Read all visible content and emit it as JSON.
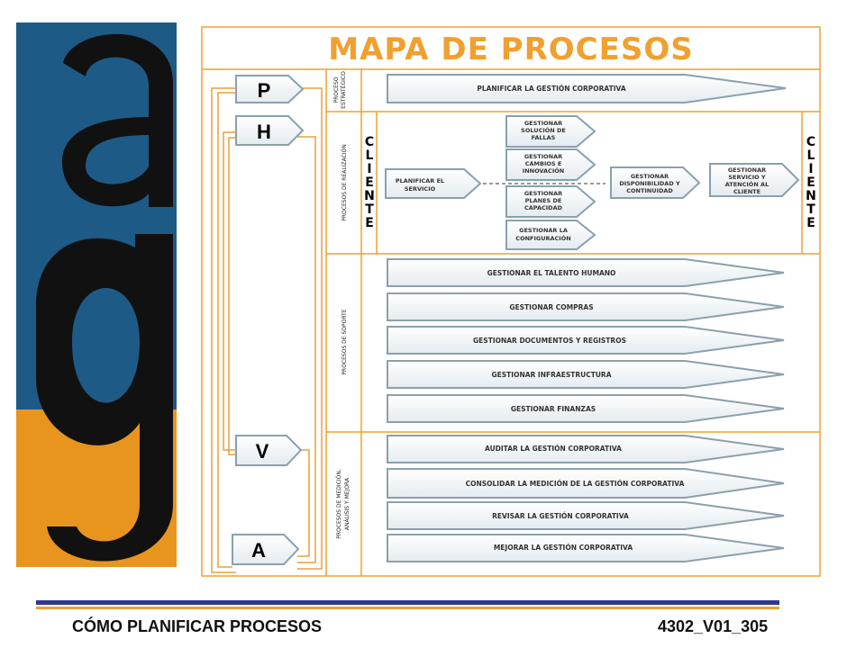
{
  "title": "MAPA DE PROCESOS",
  "pdca": {
    "p": "P",
    "h": "H",
    "v": "V",
    "a": "A"
  },
  "cliente": [
    "C",
    "L",
    "I",
    "E",
    "N",
    "T",
    "E"
  ],
  "sections": {
    "estrategico": [
      "PROCESO",
      "ESTRATÉGICO"
    ],
    "realizacion": [
      "PROCESOS DE REALIZACIÓN"
    ],
    "soporte": [
      "PROCESOS DE SOPORTE"
    ],
    "medicion": [
      "PROCESOS DE MEDICIÓN,",
      "ANÁLISIS Y MEJORA"
    ]
  },
  "estrategico": [
    "PLANIFICAR LA GESTIÓN CORPORATIVA"
  ],
  "realizacion": {
    "planificar": [
      "PLANIFICAR EL",
      "SERVICIO"
    ],
    "fallas": [
      "GESTIONAR",
      "SOLUCIÓN DE",
      "FALLAS"
    ],
    "cambios": [
      "GESTIONAR",
      "CAMBIOS E",
      "INNOVACIÓN"
    ],
    "capacidad": [
      "GESTIONAR",
      "PLANES DE",
      "CAPACIDAD"
    ],
    "configuracion": [
      "GESTIONAR LA",
      "CONFIGURACIÓN"
    ],
    "disponibilidad": [
      "GESTIONAR",
      "DISPONIBILIDAD Y",
      "CONTINUIDAD"
    ],
    "servicio": [
      "GESTIONAR",
      "SERVICIO Y",
      "ATENCIÓN AL",
      "CLIENTE"
    ]
  },
  "soporte": [
    "GESTIONAR EL TALENTO HUMANO",
    "GESTIONAR COMPRAS",
    "GESTIONAR DOCUMENTOS Y REGISTROS",
    "GESTIONAR INFRAESTRUCTURA",
    "GESTIONAR FINANZAS"
  ],
  "medicion": [
    "AUDITAR LA GESTIÓN CORPORATIVA",
    "CONSOLIDAR LA MEDICIÓN DE LA GESTIÓN CORPORATIVA",
    "REVISAR LA GESTIÓN CORPORATIVA",
    "MEJORAR LA GESTIÓN CORPORATIVA"
  ],
  "footer": {
    "left": "CÓMO PLANIFICAR PROCESOS",
    "right": "4302_V01_305"
  },
  "colors": {
    "blue": "#1e5a86",
    "orange": "#e8951f",
    "frame": "#f0a030",
    "dark": "#1a1a1a"
  }
}
